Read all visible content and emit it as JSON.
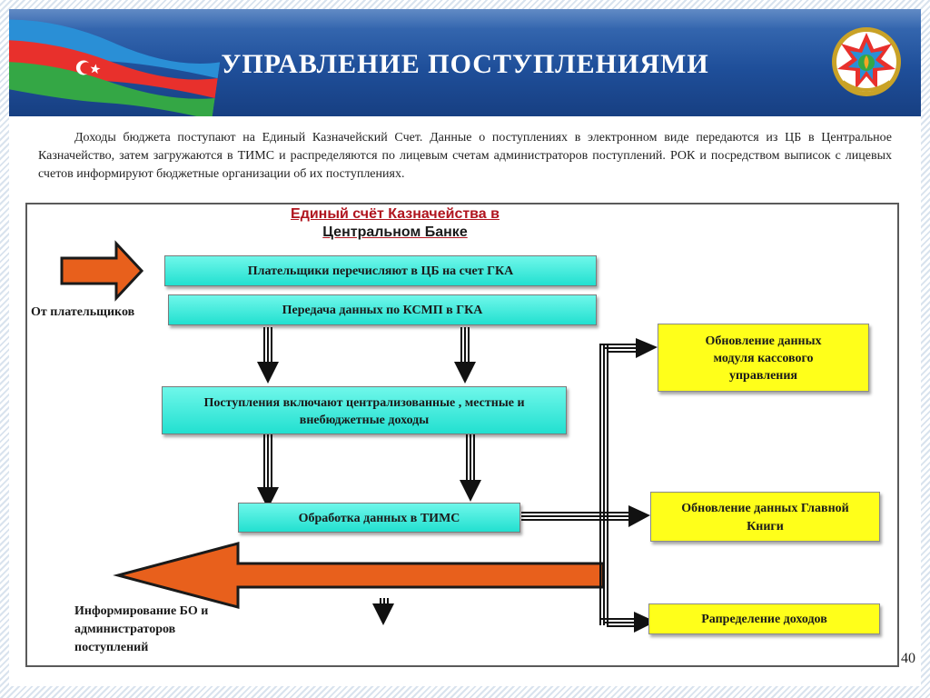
{
  "header": {
    "title": "УПРАВЛЕНИЕ ПОСТУПЛЕНИЯМИ"
  },
  "intro": {
    "text": "Доходы бюджета  поступают  на Единый Казначейский Счет. Данные о поступлениях в электронном виде передаются из ЦБ в Центральное Казначейство, затем загружаются в ТИМС и распределяются по лицевым счетам администраторов поступлений. РОК и посредством выписок с лицевых счетов информируют бюджетные организации об их поступлениях."
  },
  "diagram": {
    "title_line1": "Единый счёт Казначейства в",
    "title_line2": "Центральном Банке",
    "from_payers": "От плательщиков",
    "box_payers": "Плательщики  перечисляют в ЦБ на счет ГКА",
    "box_transfer": "Передача данных по  КСМП в ГКА",
    "box_income": "Поступления включают  централизованные , местные и внебюджетные доходы",
    "box_processing": "Обработка данных в ТИМС",
    "box_cash_module": "Обновление данных модуля кассового управления",
    "box_ledger": "Обновление данных Главной Книги",
    "box_distribution": "Рапределение доходов",
    "inform_label": "Информирование БО и администраторов поступлений"
  },
  "footer": {
    "page_number": "40"
  },
  "colors": {
    "header_blue": "#1f4f9a",
    "turquoise_box": "#22e0d0",
    "yellow_box": "#ffff1a",
    "orange_arrow": "#e8601c",
    "title_red": "#b0141e"
  },
  "icons": [
    "azerbaijan-flag-icon",
    "state-emblem-icon"
  ]
}
